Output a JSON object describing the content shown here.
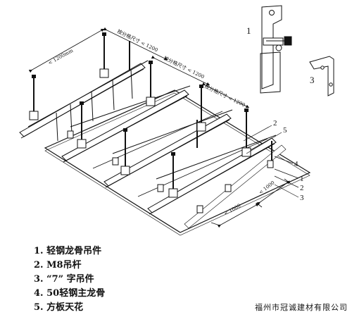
{
  "callouts": [
    "1",
    "2",
    "3",
    "4",
    "5"
  ],
  "dimensions": {
    "overall": "< 1200mm",
    "span1": "按分格尺寸 < 1200",
    "span2": "按分格尺寸 < 1200",
    "span3": "按分格尺寸 < 1200",
    "bottom1": "< 1000",
    "bottom2": "< 1000"
  },
  "legend": [
    "1. 轻钢龙骨吊件",
    "2. M8吊杆",
    "3. “7” 字吊件",
    "4. 50轻钢主龙骨",
    "5. 方板天花"
  ],
  "company": "福州市冠诚建材有限公司"
}
